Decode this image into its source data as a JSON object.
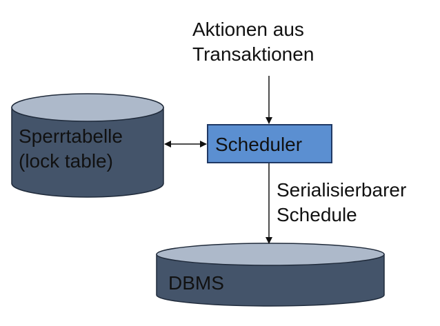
{
  "diagram": {
    "input_label": [
      "Aktionen aus",
      "Transaktionen"
    ],
    "lock_table_label": [
      "Sperrtabelle",
      "(lock table)"
    ],
    "scheduler_label": "Scheduler",
    "output_label": [
      "Serialisierbarer",
      "Schedule"
    ],
    "dbms_label": "DBMS"
  },
  "colors": {
    "cylinder_body": "#44546a",
    "cylinder_top": "#adb9ca",
    "cylinder_outline": "#1f2a3a",
    "scheduler_fill": "#5b8fd1",
    "scheduler_border": "#1f3864",
    "arrow": "#111111",
    "text_dark": "#111111",
    "text_light": "#ffffff"
  },
  "icons": [
    "lock-table-cylinder",
    "dbms-cylinder",
    "arrow"
  ]
}
